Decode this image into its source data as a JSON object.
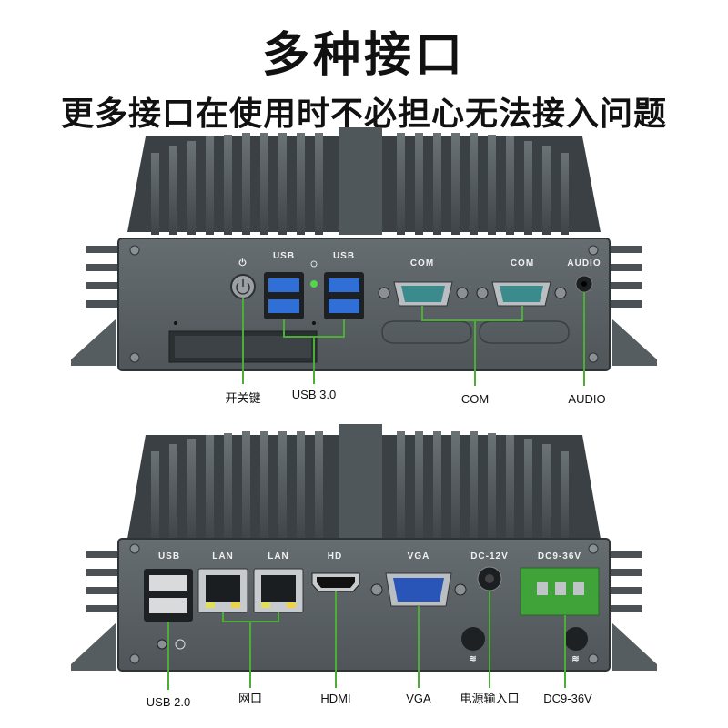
{
  "header": {
    "title": "多种接口",
    "subtitle": "更多接口在使用时不必担心无法接入问题"
  },
  "front_panel": {
    "usb_left_label": "USB",
    "usb_right_label": "USB",
    "com1_label": "COM",
    "com2_label": "COM",
    "audio_label": "AUDIO"
  },
  "front_callouts": {
    "power": "开关键",
    "usb3": "USB 3.0",
    "com": "COM",
    "audio": "AUDIO"
  },
  "rear_panel": {
    "usb_label": "USB",
    "lan1_label": "LAN",
    "lan2_label": "LAN",
    "hd_label": "HD",
    "vga_label": "VGA",
    "dc12_label": "DC-12V",
    "dc36_label": "DC9-36V"
  },
  "rear_callouts": {
    "usb2": "USB 2.0",
    "lan": "网口",
    "hdmi": "HDMI",
    "vga": "VGA",
    "power_in": "电源输入口",
    "dc36": "DC9-36V"
  },
  "colors": {
    "callout_line": "#4caf35",
    "panel": "#5b6266",
    "terminal": "#3fa33a"
  }
}
